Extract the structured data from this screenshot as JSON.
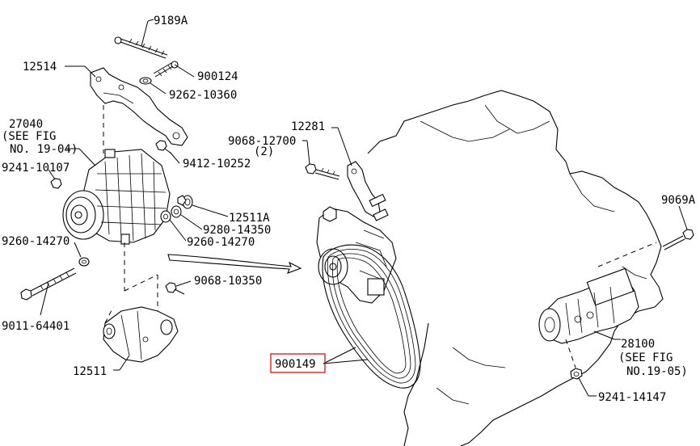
{
  "diagram": {
    "highlight_color": "#e01010",
    "labels": {
      "p9189A": "9189A",
      "p12514": "12514",
      "p900124": "900124",
      "p9262": "9262-10360",
      "p27040": "27040",
      "p27040_ref1": "(SEE FIG",
      "p27040_ref2": "NO. 19-04)",
      "p9241_10107": "9241-10107",
      "p9412": "9412-10252",
      "p12281": "12281",
      "p9068_12700": "9068-12700",
      "p9068_qty": "(2)",
      "p12511A": "12511A",
      "p9280": "9280-14350",
      "p9260_a": "9260-14270",
      "p9260_b": "9260-14270",
      "p9068_10350": "9068-10350",
      "p9011": "9011-64401",
      "p12511": "12511",
      "p900149": "900149",
      "p9069A": "9069A",
      "p28100": "28100",
      "p28100_ref1": "(SEE FIG",
      "p28100_ref2": "NO.19-05)",
      "p9241_14147": "9241-14147"
    }
  }
}
